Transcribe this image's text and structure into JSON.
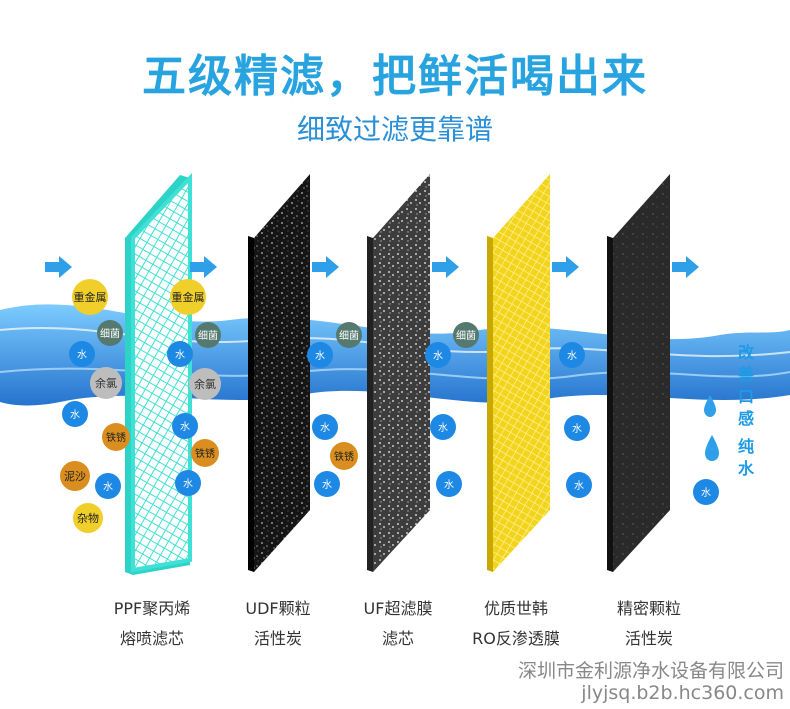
{
  "title": "五级精滤，把鲜活喝出来",
  "subtitle": "细致过滤更靠谱",
  "colors": {
    "title": "#27a3e0",
    "water": "#1e88e5",
    "ppf": "#3fe0d6",
    "ro": "#f3d41c"
  },
  "labels": {
    "heavy_metal": "重金属",
    "bacteria": "细菌",
    "water": "水",
    "chlorine": "余氯",
    "rust": "铁锈",
    "sediment": "泥沙",
    "impurity": "杂物"
  },
  "stages": [
    {
      "line1": "PPF聚丙烯",
      "line2": "熔喷滤芯"
    },
    {
      "line1": "UDF颗粒",
      "line2": "活性炭"
    },
    {
      "line1": "UF超滤膜",
      "line2": "滤芯"
    },
    {
      "line1": "优质世韩",
      "line2": "RO反渗透膜"
    },
    {
      "line1": "精密颗粒",
      "line2": "活性炭"
    }
  ],
  "side_text": {
    "line1": "改善口感",
    "line2": "纯水"
  },
  "watermark": {
    "company": "深圳市金利源净水设备有限公司",
    "url": "jlyjsq.b2b.hc360.com"
  }
}
